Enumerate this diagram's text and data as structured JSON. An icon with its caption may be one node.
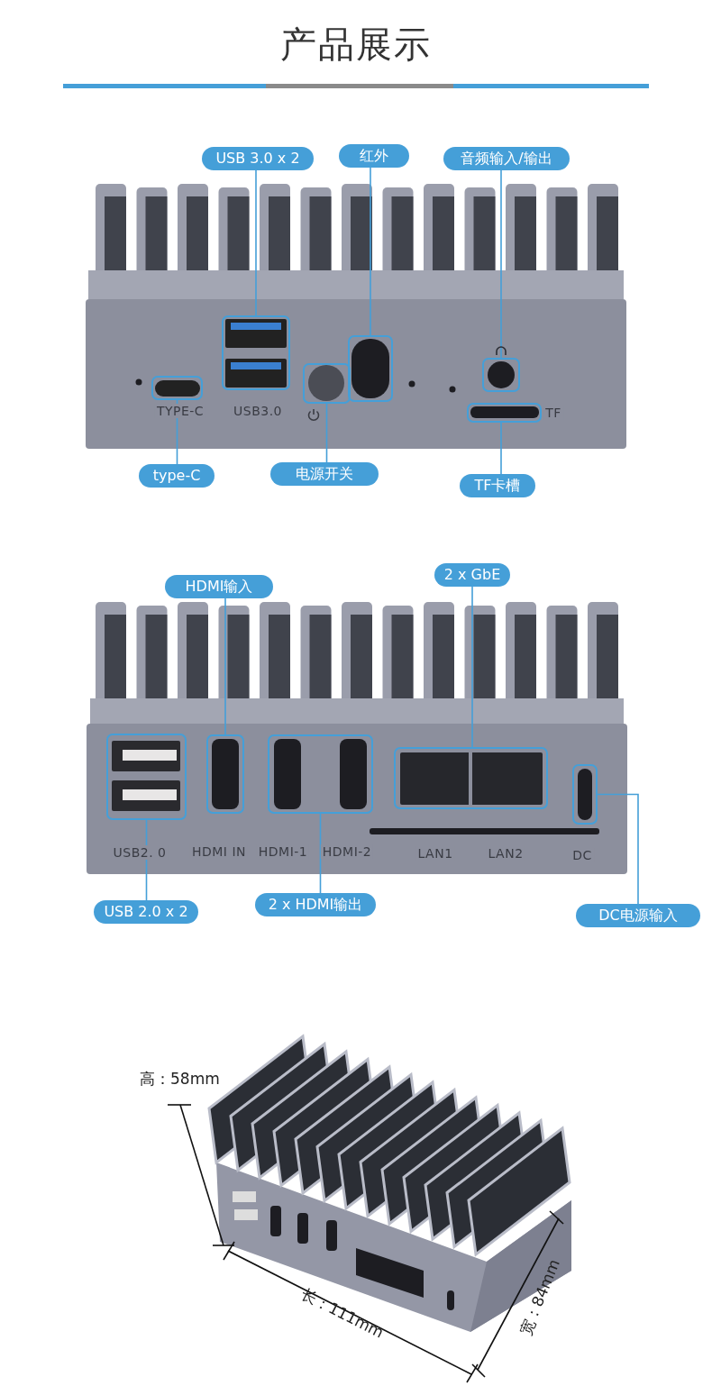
{
  "diagram": {
    "title": "产品展示",
    "nodes": [
      {
        "text": [
          "USB 3.0 x 2"
        ]
      },
      {
        "text": [
          "红外"
        ]
      },
      {
        "text": [
          "音频输入/输出"
        ]
      },
      {
        "text": [],
        "shape": "box"
      },
      {
        "text": [],
        "shape": "box"
      },
      {
        "text": [],
        "shape": "box"
      },
      {
        "text": [],
        "shape": "box"
      },
      {
        "text": [],
        "shape": "box"
      },
      {
        "text": [],
        "shape": "box"
      },
      {
        "text": [
          "type-C"
        ]
      },
      {
        "text": [
          "电源开关"
        ]
      },
      {
        "text": [
          "TF卡槽"
        ]
      },
      {
        "text": [
          "HDMI输入"
        ]
      },
      {
        "text": [
          "2 x GbE"
        ]
      },
      {
        "text": [],
        "shape": "box"
      },
      {
        "text": [],
        "shape": "box"
      },
      {
        "text": [],
        "shape": "box"
      },
      {
        "text": [],
        "shape": "box"
      },
      {
        "text": [],
        "shape": "box"
      },
      {
        "text": [
          "USB 2.0 x 2"
        ]
      },
      {
        "text": [
          "2 x HDMI输出"
        ]
      },
      {
        "text": [
          "DC电源输入"
        ]
      }
    ],
    "edges": [
      {
        "from": 0,
        "to": 3,
        "arrow": "none"
      },
      {
        "from": 1,
        "to": 5,
        "arrow": "none"
      },
      {
        "from": 2,
        "to": 7,
        "arrow": "none"
      },
      {
        "from": 9,
        "to": 4,
        "arrow": "none"
      },
      {
        "from": 10,
        "to": 6,
        "arrow": "none"
      },
      {
        "from": 11,
        "to": 8,
        "arrow": "none"
      },
      {
        "from": 12,
        "to": 15,
        "arrow": "none"
      },
      {
        "from": 13,
        "to": 17,
        "arrow": "none"
      },
      {
        "from": 19,
        "to": 14,
        "arrow": "none"
      },
      {
        "from": 20,
        "to": 16,
        "arrow": "none"
      },
      {
        "from": 21,
        "to": 18,
        "arrow": "none"
      }
    ],
    "labels": [
      "TYPE-C",
      "USB3.0",
      "TF",
      "USB2. 0",
      "HDMI IN",
      "HDMI-1",
      "HDMI-2",
      "LAN1",
      "LAN2",
      "DC",
      "高：58mm",
      "长：111mm",
      "宽：84mm"
    ]
  }
}
